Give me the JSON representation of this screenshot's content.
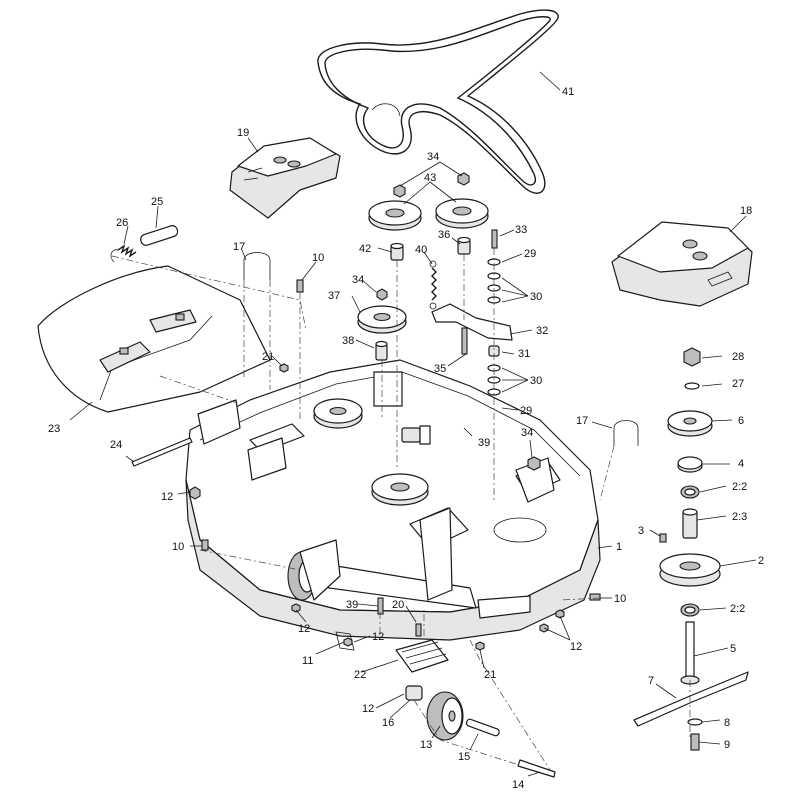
{
  "callouts": [
    {
      "id": "c41",
      "label": "41"
    },
    {
      "id": "c19",
      "label": "19"
    },
    {
      "id": "c34a",
      "label": "34"
    },
    {
      "id": "c43",
      "label": "43"
    },
    {
      "id": "c18",
      "label": "18"
    },
    {
      "id": "c26",
      "label": "26"
    },
    {
      "id": "c25",
      "label": "25"
    },
    {
      "id": "c17a",
      "label": "17"
    },
    {
      "id": "c10a",
      "label": "10"
    },
    {
      "id": "c42",
      "label": "42"
    },
    {
      "id": "c40",
      "label": "40"
    },
    {
      "id": "c36",
      "label": "36"
    },
    {
      "id": "c33",
      "label": "33"
    },
    {
      "id": "c29a",
      "label": "29"
    },
    {
      "id": "c34b",
      "label": "34"
    },
    {
      "id": "c37",
      "label": "37"
    },
    {
      "id": "c30a",
      "label": "30"
    },
    {
      "id": "c32",
      "label": "32"
    },
    {
      "id": "c38",
      "label": "38"
    },
    {
      "id": "c21a",
      "label": "21"
    },
    {
      "id": "c35",
      "label": "35"
    },
    {
      "id": "c31",
      "label": "31"
    },
    {
      "id": "c28",
      "label": "28"
    },
    {
      "id": "c27",
      "label": "27"
    },
    {
      "id": "c30b",
      "label": "30"
    },
    {
      "id": "c23",
      "label": "23"
    },
    {
      "id": "c29b",
      "label": "29"
    },
    {
      "id": "c17b",
      "label": "17"
    },
    {
      "id": "c6",
      "label": "6"
    },
    {
      "id": "c39a",
      "label": "39"
    },
    {
      "id": "c34c",
      "label": "34"
    },
    {
      "id": "c24",
      "label": "24"
    },
    {
      "id": "c4",
      "label": "4"
    },
    {
      "id": "c12a",
      "label": "12"
    },
    {
      "id": "c22a",
      "label": "2:2"
    },
    {
      "id": "c23b",
      "label": "2:3"
    },
    {
      "id": "c3",
      "label": "3"
    },
    {
      "id": "c1",
      "label": "1"
    },
    {
      "id": "c10b",
      "label": "10"
    },
    {
      "id": "c2",
      "label": "2"
    },
    {
      "id": "c39b",
      "label": "39"
    },
    {
      "id": "c20",
      "label": "20"
    },
    {
      "id": "c10c",
      "label": "10"
    },
    {
      "id": "c22b",
      "label": "2:2"
    },
    {
      "id": "c12b",
      "label": "12"
    },
    {
      "id": "c12c",
      "label": "12"
    },
    {
      "id": "c12d",
      "label": "12"
    },
    {
      "id": "c11",
      "label": "11"
    },
    {
      "id": "c5",
      "label": "5"
    },
    {
      "id": "c22",
      "label": "22"
    },
    {
      "id": "c21b",
      "label": "21"
    },
    {
      "id": "c7",
      "label": "7"
    },
    {
      "id": "c12e",
      "label": "12"
    },
    {
      "id": "c16",
      "label": "16"
    },
    {
      "id": "c8",
      "label": "8"
    },
    {
      "id": "c13",
      "label": "13"
    },
    {
      "id": "c15",
      "label": "15"
    },
    {
      "id": "c9",
      "label": "9"
    },
    {
      "id": "c14",
      "label": "14"
    }
  ]
}
